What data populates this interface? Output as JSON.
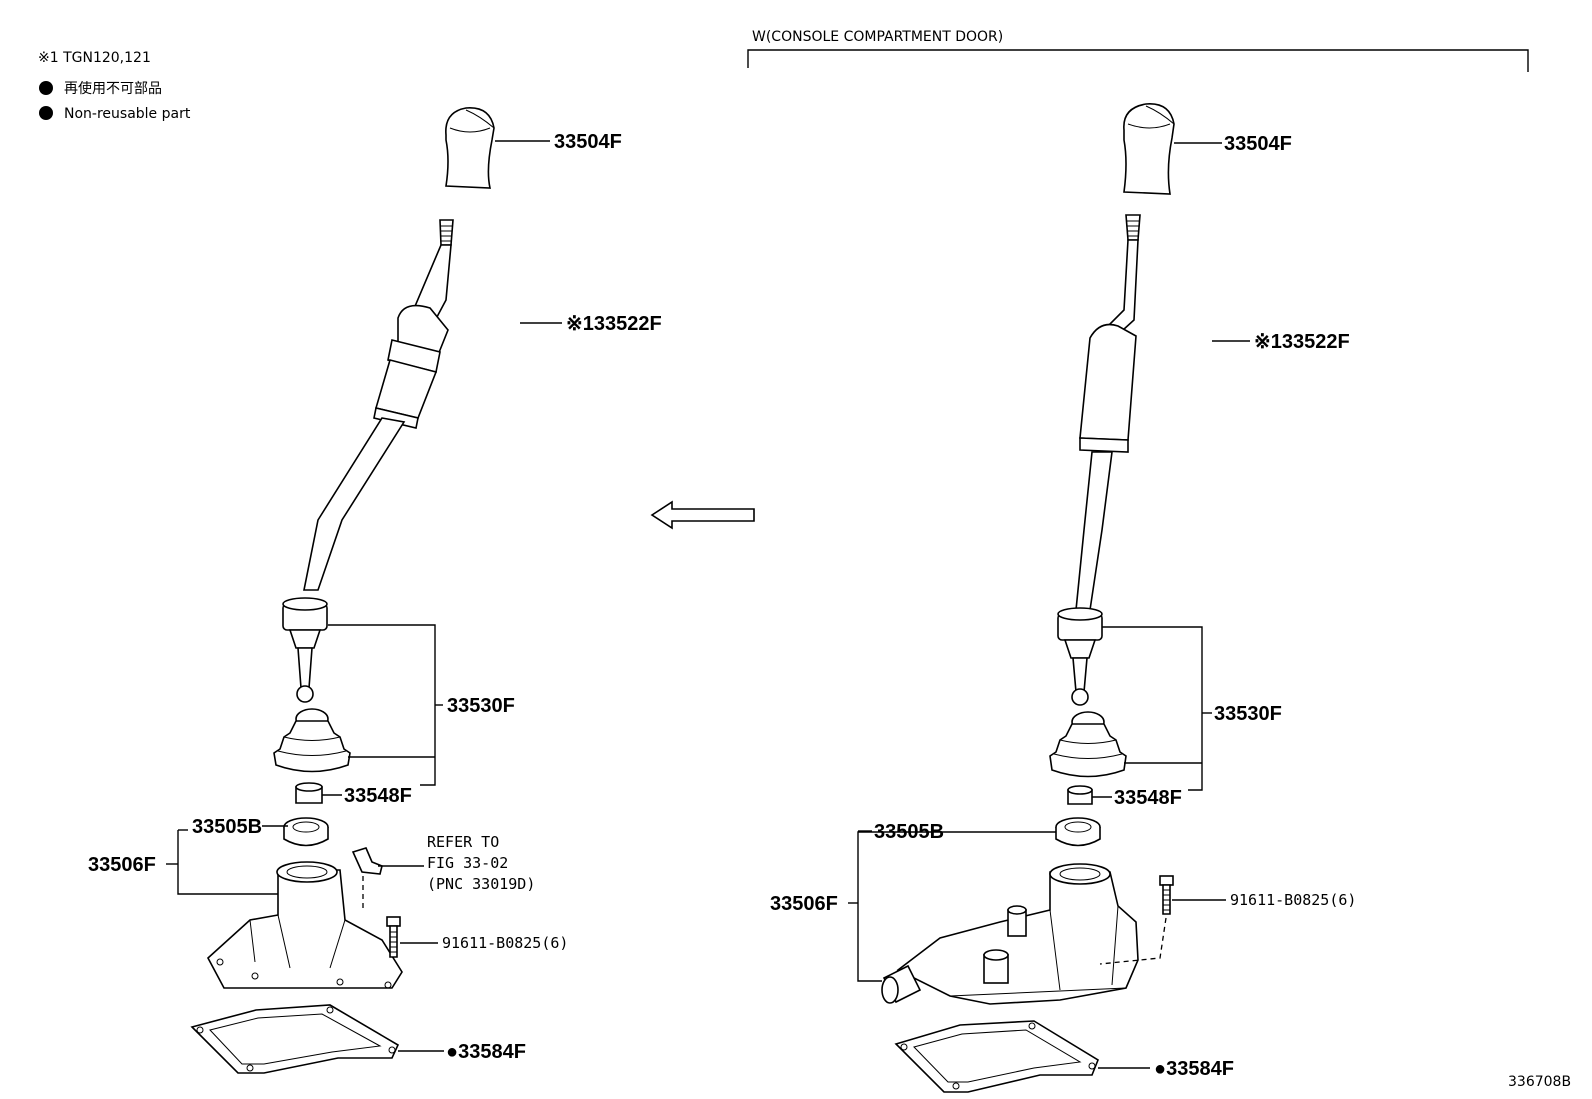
{
  "legend": {
    "variant_note": "※1 TGN120,121",
    "nonreusable_jp": "再使用不可部品",
    "nonreusable_en": "Non-reusable part"
  },
  "right_header": "W(CONSOLE COMPARTMENT DOOR)",
  "left": {
    "knob": "33504F",
    "boot": "※133522F",
    "lever_assy": "33530F",
    "seat": "33548F",
    "bushing": "33505B",
    "retainer": "33506F",
    "refer_line1": "REFER TO",
    "refer_line2": "FIG 33-02",
    "refer_line3": "(PNC 33019D)",
    "bolt": "91611-B0825(6)",
    "gasket": "●33584F"
  },
  "right": {
    "knob": "33504F",
    "boot": "※133522F",
    "lever_assy": "33530F",
    "seat": "33548F",
    "bushing": "33505B",
    "retainer": "33506F",
    "bolt": "91611-B0825(6)",
    "gasket": "●33584F"
  },
  "figure_id": "336708B"
}
